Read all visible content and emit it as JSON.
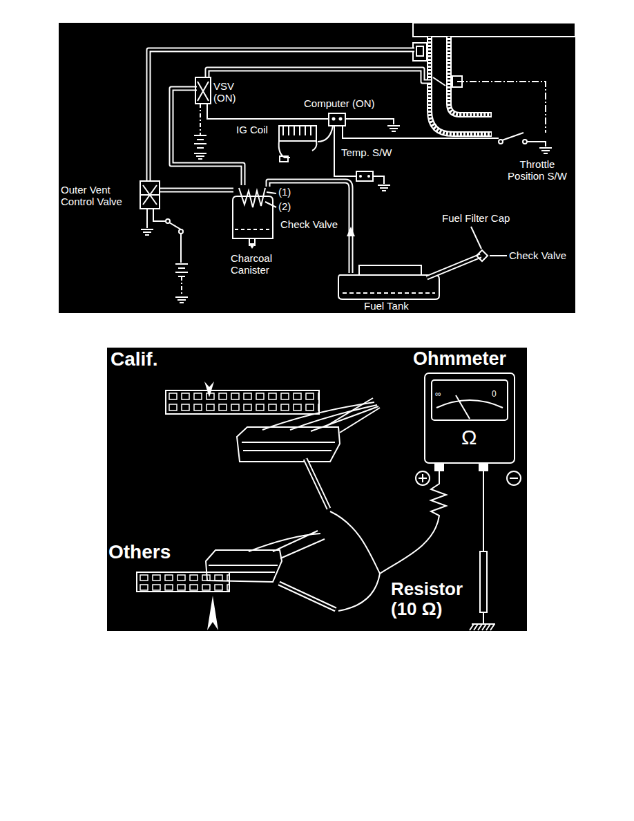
{
  "diagram": {
    "labels": [
      "VSV (ON)",
      "Computer (ON)",
      "IG Coil",
      "Temp. S/W",
      "Throttle Position S/W",
      "Outer Vent Control Valve",
      "(1)",
      "(2)",
      "Check Valve",
      "Charcoal Canister",
      "Fuel Filter Cap",
      "Check Valve",
      "Fuel Tank",
      "Calif.",
      "Ohmmeter",
      "∞",
      "0",
      "Ω",
      "Others",
      "Resistor (10 Ω)"
    ]
  }
}
